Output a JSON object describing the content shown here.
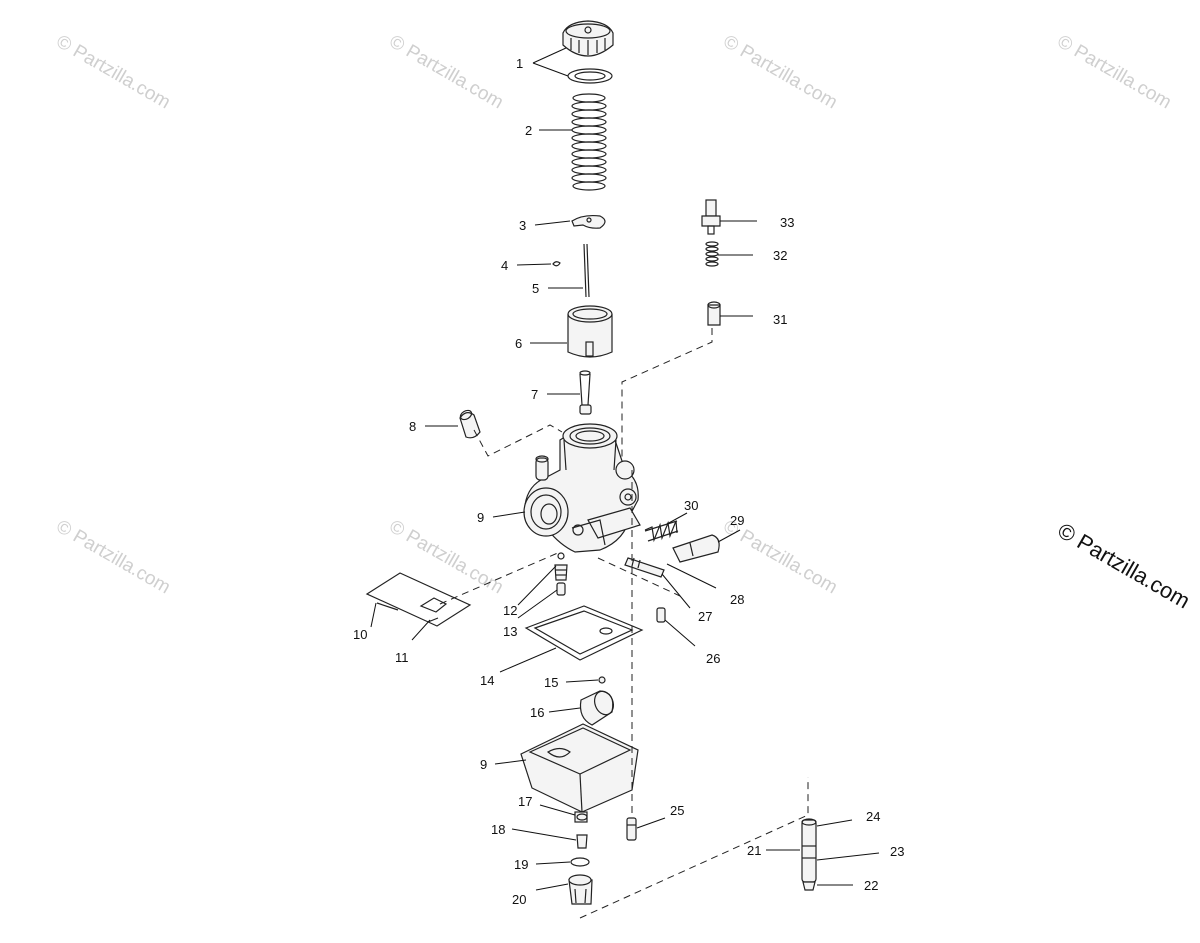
{
  "watermark": {
    "text": "© Partzilla.com"
  },
  "callouts": {
    "c1": "1",
    "c2": "2",
    "c3": "3",
    "c4": "4",
    "c5": "5",
    "c6": "6",
    "c7": "7",
    "c8": "8",
    "c9a": "9",
    "c9b": "9",
    "c10": "10",
    "c11": "11",
    "c12": "12",
    "c13": "13",
    "c14": "14",
    "c15": "15",
    "c16": "16",
    "c17": "17",
    "c18": "18",
    "c19": "19",
    "c20": "20",
    "c21": "21",
    "c22": "22",
    "c23": "23",
    "c24": "24",
    "c25": "25",
    "c26": "26",
    "c27": "27",
    "c28": "28",
    "c29": "29",
    "c30": "30",
    "c31": "31",
    "c32": "32",
    "c33": "33"
  }
}
